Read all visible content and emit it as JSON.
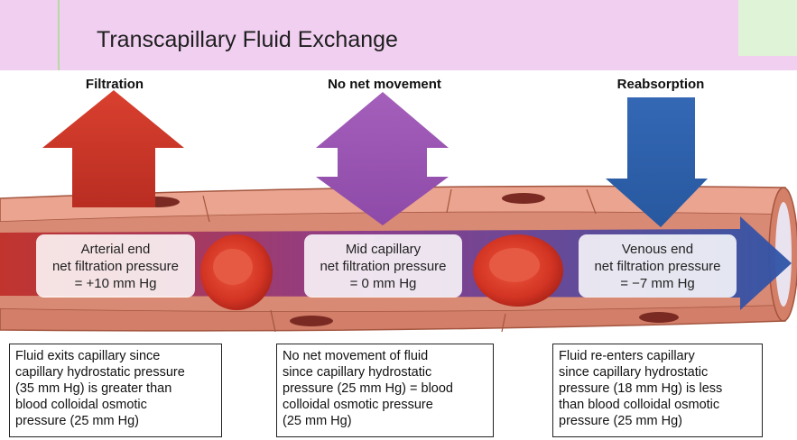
{
  "title": "Transcapillary Fluid Exchange",
  "labels": {
    "filtration": "Filtration",
    "no_net": "No net movement",
    "reabsorption": "Reabsorption"
  },
  "boxes": {
    "arterial": [
      "Arterial end",
      "net filtration pressure",
      "= +10 mm Hg"
    ],
    "mid": [
      "Mid capillary",
      "net filtration pressure",
      "= 0 mm Hg"
    ],
    "venous": [
      "Venous end",
      "net filtration pressure",
      "= −7 mm Hg"
    ]
  },
  "descriptions": {
    "left": [
      "Fluid exits capillary since",
      "capillary hydrostatic pressure",
      "(35 mm Hg) is greater than",
      "blood colloidal osmotic",
      "pressure (25 mm Hg)"
    ],
    "middle": [
      "No net movement of fluid",
      "since capillary hydrostatic",
      "pressure (25 mm Hg) = blood",
      "colloidal osmotic pressure",
      "(25 mm Hg)"
    ],
    "right": [
      "Fluid re-enters capillary",
      "since capillary hydrostatic",
      "pressure (18 mm Hg) is less",
      "than blood colloidal osmotic",
      "pressure (25 mm Hg)"
    ]
  },
  "colors": {
    "header_bg": "#f0cff0",
    "filtration_arrow": "#d23b2a",
    "no_net_arrow": "#9c55b4",
    "reabsorption_arrow": "#2f62ad",
    "vessel": "#e08f78",
    "red_blood_cell": "#d93a26"
  },
  "icons": [
    "up-arrow-icon",
    "double-arrow-icon",
    "down-arrow-icon",
    "flow-arrow-icon",
    "red-blood-cell-icon"
  ]
}
